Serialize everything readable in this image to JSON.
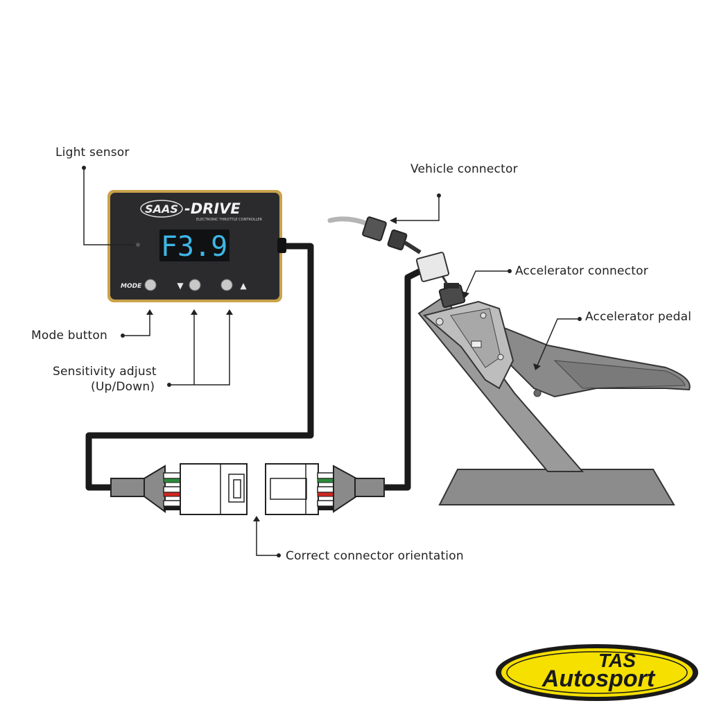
{
  "labels": {
    "light_sensor": "Light sensor",
    "mode_button": "Mode button",
    "sensitivity_line1": "Sensitivity adjust",
    "sensitivity_line2": "(Up/Down)",
    "vehicle_connector": "Vehicle connector",
    "accelerator_connector": "Accelerator connector",
    "accelerator_pedal": "Accelerator pedal",
    "correct_orientation": "Correct connector orientation"
  },
  "device": {
    "brand": "SAAS",
    "product": "-DRIVE",
    "subtitle": "ELECTRONIC THROTTLE CONTROLLER",
    "display": "F3.9",
    "mode_label": "MODE",
    "down_arrow": "▼",
    "up_arrow": "▲"
  },
  "logo": {
    "line1": "TAS",
    "line2": "Autosport"
  },
  "colors": {
    "device_body": "#2a2a2c",
    "device_frame": "#c9a24a",
    "display_digits": "#3fb6e6",
    "cable": "#1a1a1a",
    "connector_gray": "#8a8a8a",
    "wire_green": "#2e8b3a",
    "wire_red": "#d0261f",
    "pedal_gray": "#8c8c8c",
    "logo_yellow": "#f5e000"
  }
}
